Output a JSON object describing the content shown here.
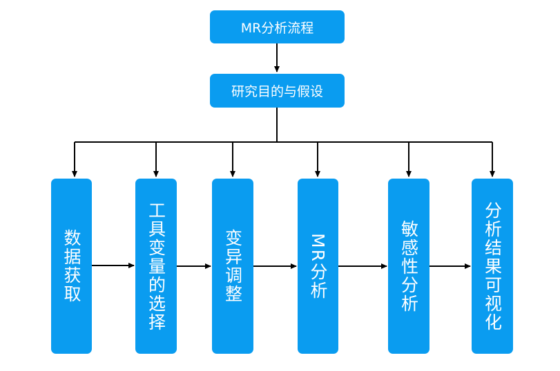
{
  "diagram": {
    "title": "MR分析流程",
    "hypothesis": "研究目的与假设",
    "steps": [
      "数据获取",
      "工具变量的选择",
      "变异调整",
      "MR分析",
      "敏感性分析",
      "分析结果可视化"
    ]
  },
  "colors": {
    "box_fill": "#0a9cf0",
    "text": "#ffffff",
    "connector": "#000000"
  }
}
